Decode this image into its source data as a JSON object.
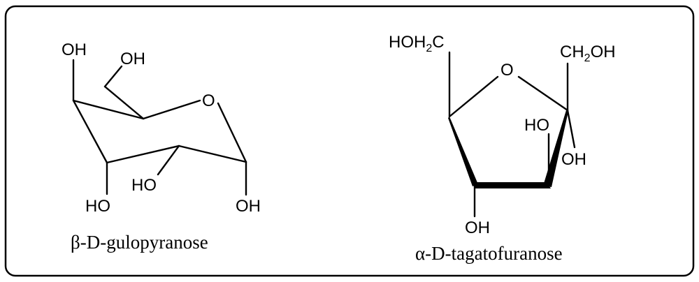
{
  "left_molecule": {
    "name": "β-D-gulopyranose",
    "labels": {
      "oh_c4_top": "OH",
      "oh_c6": "OH",
      "ring_o": "O",
      "oh_c3": "HO",
      "oh_c2": "HO",
      "oh_c1": "OH"
    }
  },
  "right_molecule": {
    "name": "α-D-tagatofuranose",
    "labels": {
      "hoh2c_main": "HOH",
      "hoh2c_sub": "2",
      "hoh2c_end": "C",
      "ring_o": "O",
      "ch2oh_main": "CH",
      "ch2oh_sub": "2",
      "ch2oh_end": "OH",
      "oh_c3_ho": "HO",
      "oh_c2": "OH",
      "oh_c4": "OH"
    }
  }
}
